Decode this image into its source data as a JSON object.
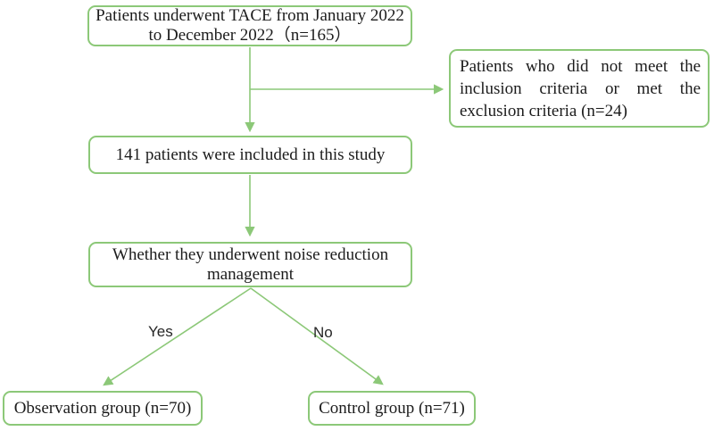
{
  "colors": {
    "accent_green": "#8cc878",
    "text": "#1c1c1c"
  },
  "flowchart": {
    "top_box": {
      "lines": [
        "Patients underwent TACE from January 2022",
        "to December 2022（n=165）"
      ]
    },
    "exclusion_box": {
      "lines": [
        "Patients who did not meet the",
        "inclusion criteria or met the",
        "exclusion criteria (n=24)"
      ]
    },
    "included_box": {
      "label": "141 patients were included in this study"
    },
    "question_box": {
      "lines": [
        "Whether they underwent noise reduction",
        "management"
      ]
    },
    "yes_label": "Yes",
    "no_label": "No",
    "observation_box": {
      "label": "Observation group (n=70)"
    },
    "control_box": {
      "label": "Control group (n=71)"
    }
  }
}
